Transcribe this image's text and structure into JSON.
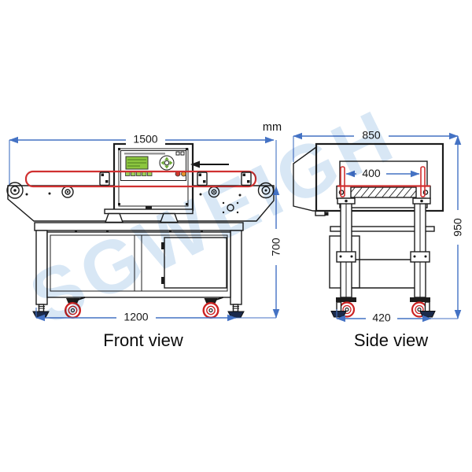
{
  "units_label": "mm",
  "watermark_text": "SGWEIGH",
  "colors": {
    "dimension_line": "#4472c4",
    "belt": "#d03030",
    "outline": "#1c1c1c",
    "lcd_screen": "#8cc63f",
    "caster_wheel": "#cc2222",
    "watermark": "#c8ddf1",
    "foot_pad": "#1b2a4a"
  },
  "icons": {
    "flow_direction_arrow": "left-arrow",
    "lcd_screen_icon": "display",
    "dpad_icon": "navigation-pad"
  },
  "front_view": {
    "label": "Front view",
    "dim_overall_width": "1500",
    "dim_height": "700",
    "dim_base_width": "1200"
  },
  "side_view": {
    "label": "Side view",
    "dim_overall_depth": "850",
    "dim_aperture_width": "400",
    "dim_overall_height": "950",
    "dim_base_depth": "420"
  }
}
